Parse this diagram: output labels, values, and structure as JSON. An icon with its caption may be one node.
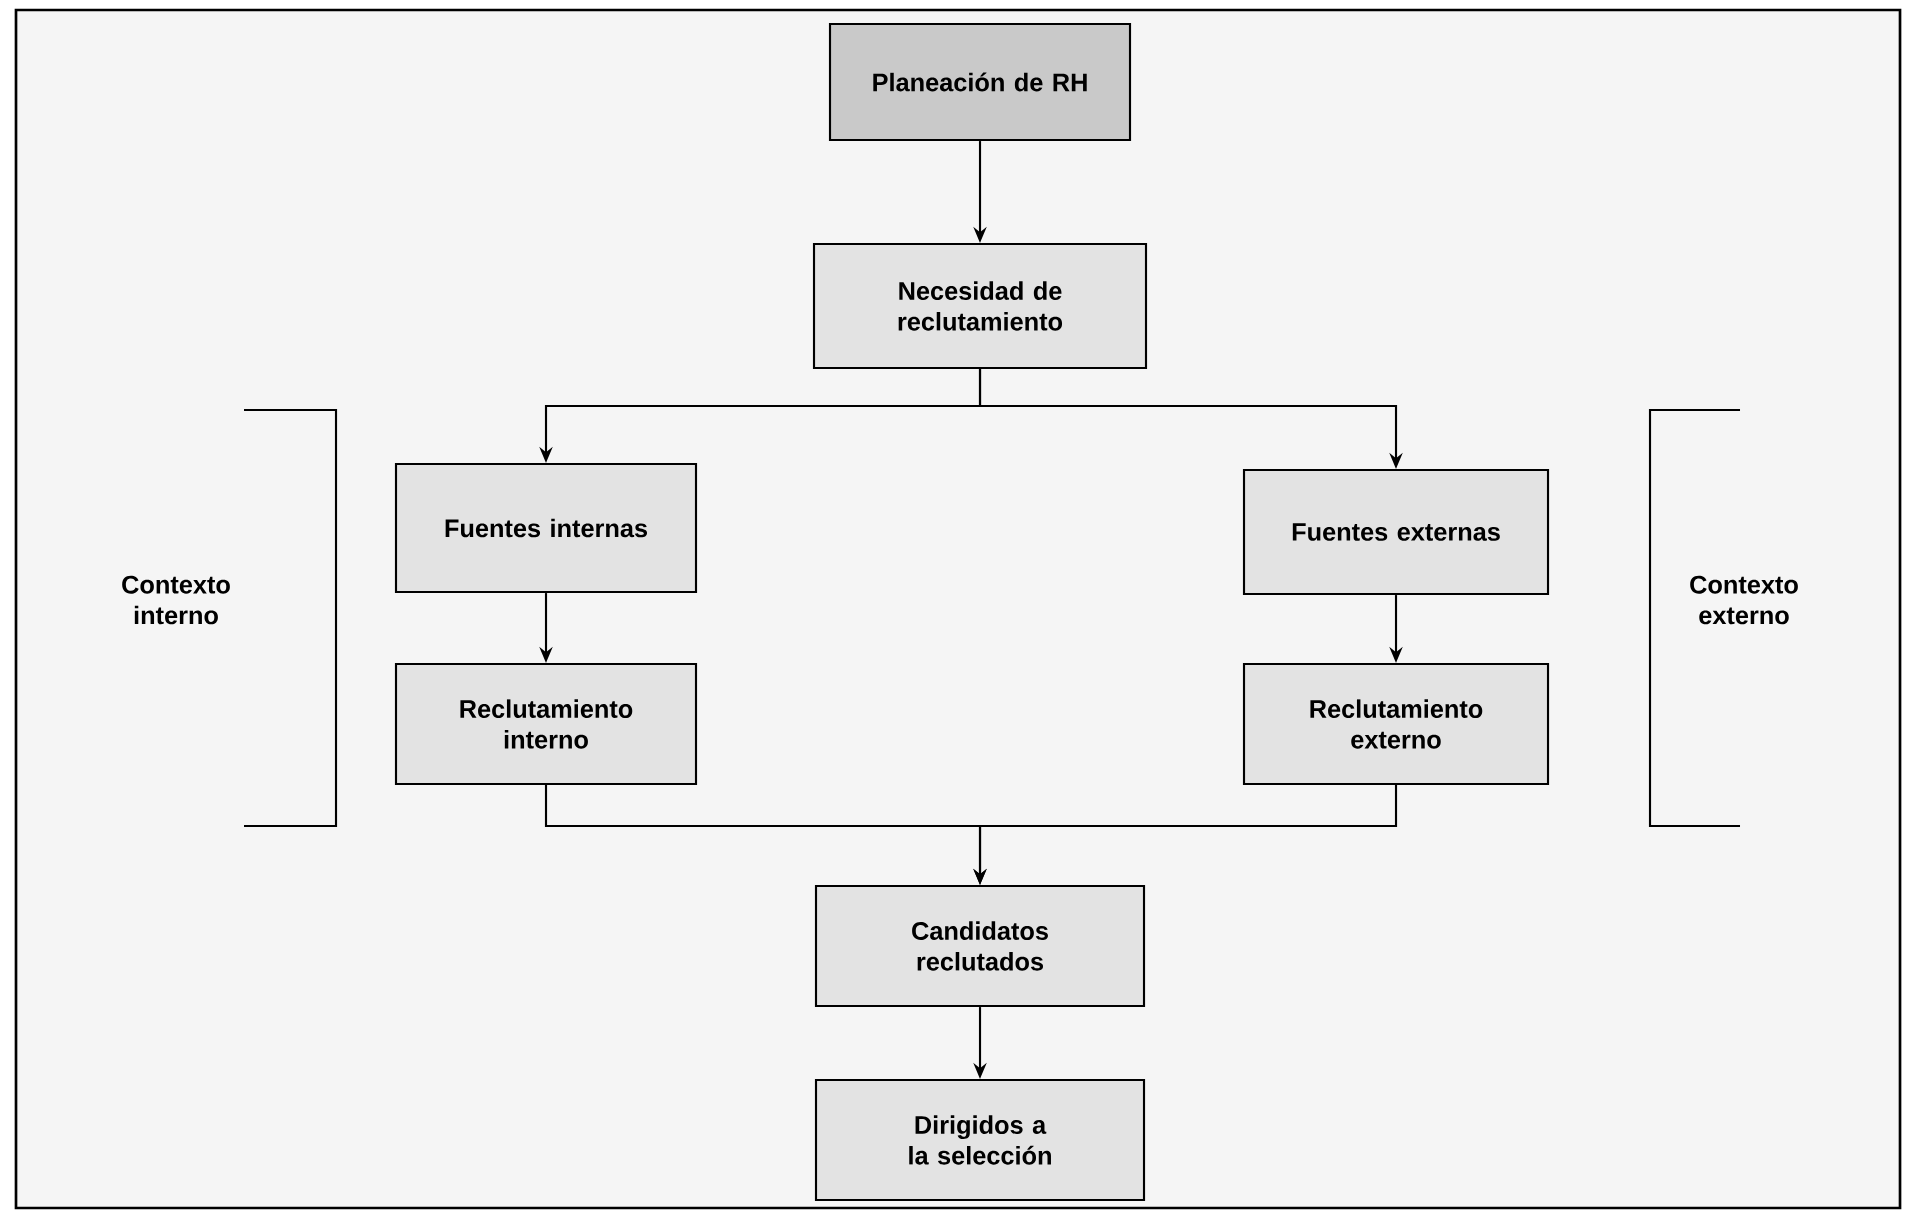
{
  "diagram": {
    "nodes": [
      {
        "text": [
          "Planeación de RH"
        ]
      },
      {
        "text": [
          "Necesidad de reclutamiento"
        ]
      },
      {
        "text": [
          "Fuentes internas"
        ]
      },
      {
        "text": [
          "Reclutamiento interno"
        ]
      },
      {
        "text": [
          "Fuentes externas"
        ]
      },
      {
        "text": [
          "Reclutamiento externo"
        ]
      },
      {
        "text": [
          "Candidatos reclutados"
        ]
      },
      {
        "text": [
          "Dirigidos a la selección"
        ]
      }
    ],
    "edges": [
      {
        "from": 0,
        "to": 1,
        "arrow": "to"
      },
      {
        "from": 1,
        "to": 2,
        "arrow": "to"
      },
      {
        "from": 1,
        "to": 4,
        "arrow": "to"
      },
      {
        "from": 2,
        "to": 3,
        "arrow": "to"
      },
      {
        "from": 4,
        "to": 5,
        "arrow": "to"
      },
      {
        "from": 3,
        "to": 6,
        "arrow": "to"
      },
      {
        "from": 5,
        "to": 6,
        "arrow": "to"
      },
      {
        "from": 6,
        "to": 7,
        "arrow": "to"
      }
    ],
    "labels": [
      "Contexto interno",
      "Contexto externo"
    ]
  }
}
